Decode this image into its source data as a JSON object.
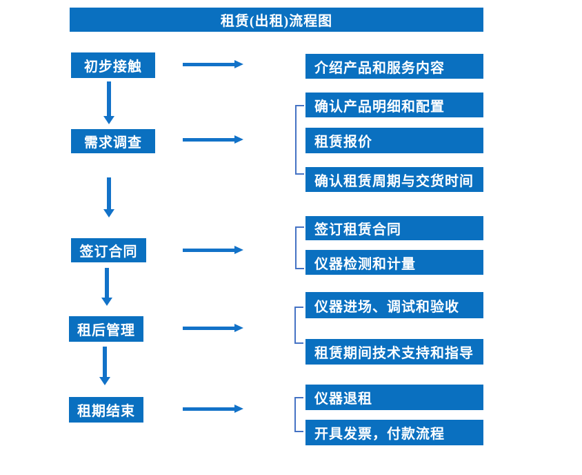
{
  "title": "租赁(出租)流程图",
  "colors": {
    "primary": "#0a70c0",
    "arrow": "#1272c8",
    "bracket": "#4472c4",
    "text": "#ffffff",
    "background": "#ffffff"
  },
  "steps": [
    {
      "label": "初步接触",
      "details": [
        "介绍产品和服务内容"
      ]
    },
    {
      "label": "需求调查",
      "details": [
        "确认产品明细和配置",
        "租赁报价",
        "确认租赁周期与交货时间"
      ]
    },
    {
      "label": "签订合同",
      "details": [
        "签订租赁合同",
        "仪器检测和计量"
      ]
    },
    {
      "label": "租后管理",
      "details": [
        "仪器进场、调试和验收",
        "租赁期间技术支持和指导"
      ]
    },
    {
      "label": "租期结束",
      "details": [
        "仪器退租",
        "开具发票，付款流程"
      ]
    }
  ]
}
